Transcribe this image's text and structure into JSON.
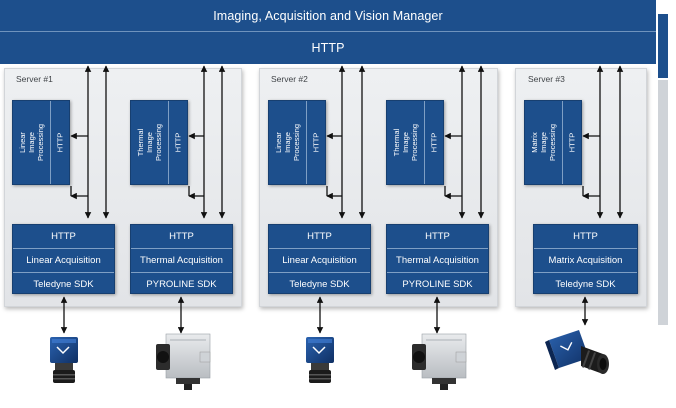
{
  "header": {
    "title": "Imaging, Acquisition and Vision Manager",
    "http": "HTTP"
  },
  "servers": [
    {
      "label": "Server #1",
      "processors": [
        {
          "name": "Linear\nImage\nProcessing",
          "http": "HTTP"
        },
        {
          "name": "Thermal\nImage\nProcessing",
          "http": "HTTP"
        }
      ],
      "stacks": [
        {
          "http": "HTTP",
          "acquisition": "Linear Acquisition",
          "sdk": "Teledyne SDK",
          "camera": "linear-camera"
        },
        {
          "http": "HTTP",
          "acquisition": "Thermal Acquisition",
          "sdk": "PYROLINE SDK",
          "camera": "thermal-camera"
        }
      ]
    },
    {
      "label": "Server #2",
      "processors": [
        {
          "name": "Linear\nImage\nProcessing",
          "http": "HTTP"
        },
        {
          "name": "Thermal\nImage\nProcessing",
          "http": "HTTP"
        }
      ],
      "stacks": [
        {
          "http": "HTTP",
          "acquisition": "Linear Acquisition",
          "sdk": "Teledyne SDK",
          "camera": "linear-camera"
        },
        {
          "http": "HTTP",
          "acquisition": "Thermal Acquisition",
          "sdk": "PYROLINE SDK",
          "camera": "thermal-camera"
        }
      ]
    },
    {
      "label": "Server #3",
      "processors": [
        {
          "name": "Matrix\nImage\nProcessing",
          "http": "HTTP"
        }
      ],
      "stacks": [
        {
          "http": "HTTP",
          "acquisition": "Matrix Acquisition",
          "sdk": "Teledyne SDK",
          "camera": "matrix-camera"
        }
      ]
    }
  ],
  "colors": {
    "box": "#1d4f8c",
    "divider": "#7f9fc4",
    "server_bg": "#e8eaec",
    "arrow": "#111111"
  }
}
